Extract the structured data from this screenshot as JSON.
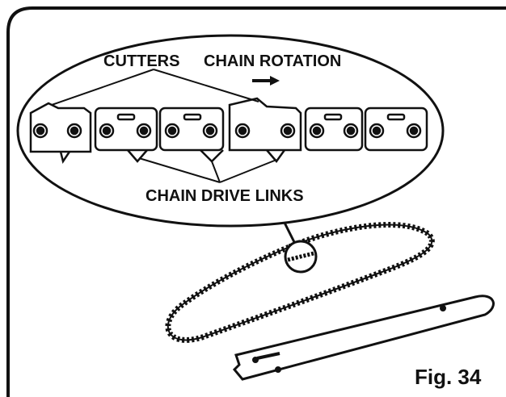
{
  "labels": {
    "cutters": "CUTTERS",
    "chain_rotation": "CHAIN ROTATION",
    "chain_drive_links": "CHAIN DRIVE LINKS",
    "figure": "Fig. 34"
  },
  "colors": {
    "ink": "#111111",
    "background": "#ffffff"
  }
}
